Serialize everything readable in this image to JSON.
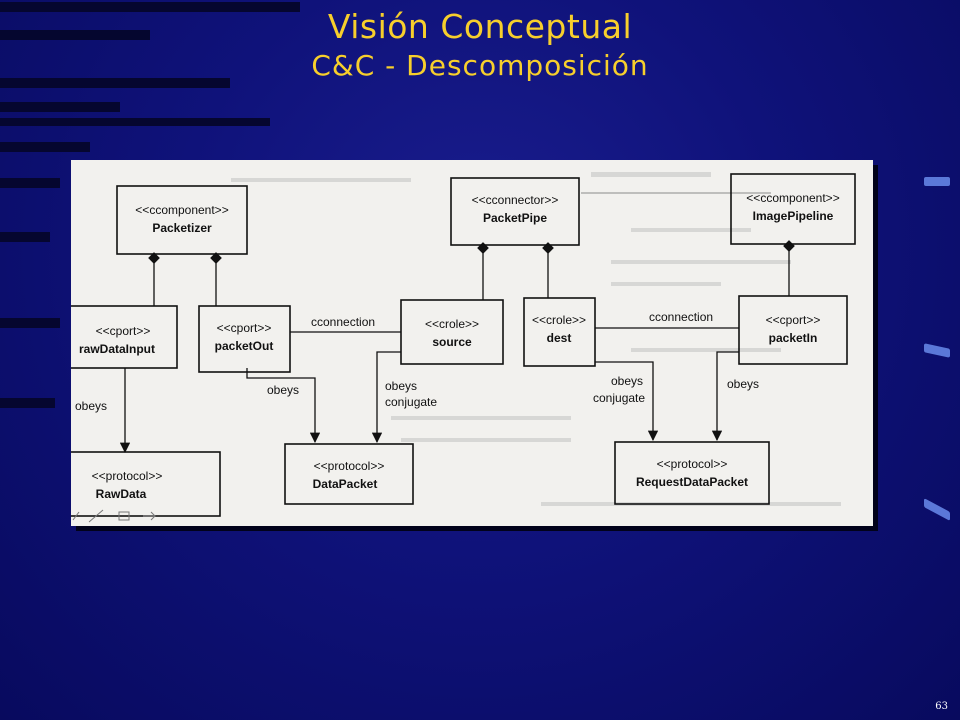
{
  "slide": {
    "title": "Visión Conceptual",
    "subtitle": "C&C - Descomposición",
    "page_number": "63"
  },
  "diagram": {
    "nodes": {
      "packetizer": {
        "stereotype": "<<ccomponent>>",
        "name": "Packetizer"
      },
      "packet_pipe": {
        "stereotype": "<<cconnector>>",
        "name": "PacketPipe"
      },
      "image_pipeline": {
        "stereotype": "<<ccomponent>>",
        "name": "ImagePipeline"
      },
      "raw_data_input": {
        "stereotype": "<<cport>>",
        "name": "rawDataInput"
      },
      "packet_out": {
        "stereotype": "<<cport>>",
        "name": "packetOut"
      },
      "source": {
        "stereotype": "<<crole>>",
        "name": "source"
      },
      "dest": {
        "stereotype": "<<crole>>",
        "name": "dest"
      },
      "packet_in": {
        "stereotype": "<<cport>>",
        "name": "packetIn"
      },
      "raw_data": {
        "stereotype": "<<protocol>>",
        "name": "RawData"
      },
      "data_packet": {
        "stereotype": "<<protocol>>",
        "name": "DataPacket"
      },
      "request_data_packet": {
        "stereotype": "<<protocol>>",
        "name": "RequestDataPacket"
      }
    },
    "edge_labels": {
      "cconnection_left": "cconnection",
      "cconnection_right": "cconnection",
      "obeys_raw": "obeys",
      "obeys_packet_out": "obeys",
      "obeys_source_1": "obeys",
      "conjugate_source": "conjugate",
      "obeys_dest": "obeys",
      "conjugate_dest": "conjugate",
      "obeys_packet_in": "obeys"
    }
  }
}
